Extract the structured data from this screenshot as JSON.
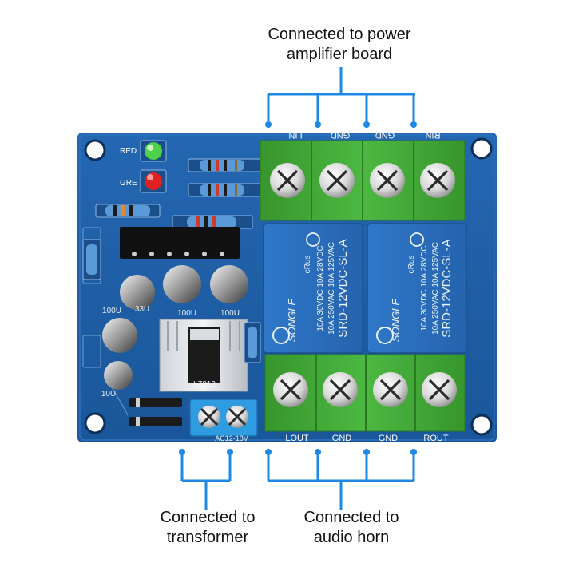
{
  "captions": {
    "top_line1": "Connected to power",
    "top_line2": "amplifier board",
    "bottom_left_line1": "Connected to",
    "bottom_left_line2": "transformer",
    "bottom_right_line1": "Connected to",
    "bottom_right_line2": "audio horn"
  },
  "board": {
    "led_labels": {
      "red_top": "RED",
      "red_bottom": "GRE"
    },
    "terminal_top_labels": [
      "LIN",
      "GND",
      "GND",
      "RIN"
    ],
    "terminal_bottom_labels": [
      "LOUT",
      "GND",
      "GND",
      "ROUT"
    ],
    "capacitor_labels": [
      "33U",
      "100U",
      "100U",
      "100U",
      "10U"
    ],
    "regulator_label": "L7812",
    "power_terminal_label": "AC12-18V",
    "relay": {
      "brand": "SONGLE",
      "model": "SRD-12VDC-SL-A",
      "rating_1": "10A 250VAC  10A 125VAC",
      "rating_2": "10A 30VDC  10A 28VDC",
      "cert": "cRus"
    }
  },
  "colors": {
    "pcb": "#1f5fa8",
    "pcb_dark": "#154a86",
    "terminal_green": "#3fa535",
    "relay_blue": "#2a6fc2",
    "leader_blue": "#1e88e5",
    "led_green": "#3cc63c",
    "led_red": "#e12020"
  },
  "icons": [
    "screw-icon",
    "ul-mark-icon",
    "cqc-mark-icon"
  ]
}
